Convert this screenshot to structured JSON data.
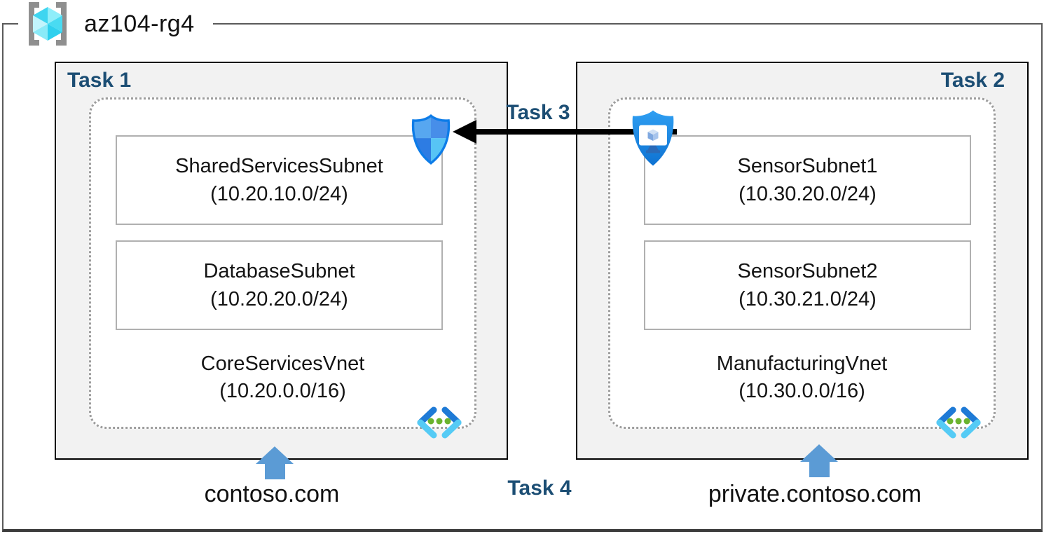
{
  "resource_group": {
    "name": "az104-rg4"
  },
  "labels": {
    "task1": "Task 1",
    "task2": "Task 2",
    "task3": "Task 3",
    "task4": "Task 4"
  },
  "vnets": [
    {
      "name": "CoreServicesVnet",
      "cidr": "(10.20.0.0/16)",
      "dns_label": "contoso.com",
      "subnets": [
        {
          "name": "SharedServicesSubnet",
          "cidr": "(10.20.10.0/24)"
        },
        {
          "name": "DatabaseSubnet",
          "cidr": "(10.20.20.0/24)"
        }
      ]
    },
    {
      "name": "ManufacturingVnet",
      "cidr": "(10.30.0.0/16)",
      "dns_label": "private.contoso.com",
      "subnets": [
        {
          "name": "SensorSubnet1",
          "cidr": "(10.30.20.0/24)"
        },
        {
          "name": "SensorSubnet2",
          "cidr": "(10.30.21.0/24)"
        }
      ]
    }
  ],
  "icons": {
    "resource_group": "resource-group-cube-in-brackets",
    "nsg": "network-security-group-shield",
    "bastion": "bastion-shield-with-monitor",
    "vnet": "virtual-network-angle-brackets",
    "peering_arrow": "black-left-arrow",
    "dns_arrow": "blue-up-arrow"
  },
  "colors": {
    "task_label": "#1c4e74",
    "box_fill": "#f2f2f2",
    "box_border": "#000000",
    "dashed_border": "#9d9d9d",
    "blue_arrow": "#5b9bd5",
    "black_arrow": "#000000",
    "nsg_quadrants": [
      "#57a7f0",
      "#478ee9",
      "#2d7ce3",
      "#57c4f5"
    ],
    "vnet_icon_blue": "#1e7ad6",
    "vnet_icon_cyan": "#55cbf5",
    "vnet_icon_green": "#6ab32e",
    "rg_cube_cyan": "#3ed5f0"
  }
}
